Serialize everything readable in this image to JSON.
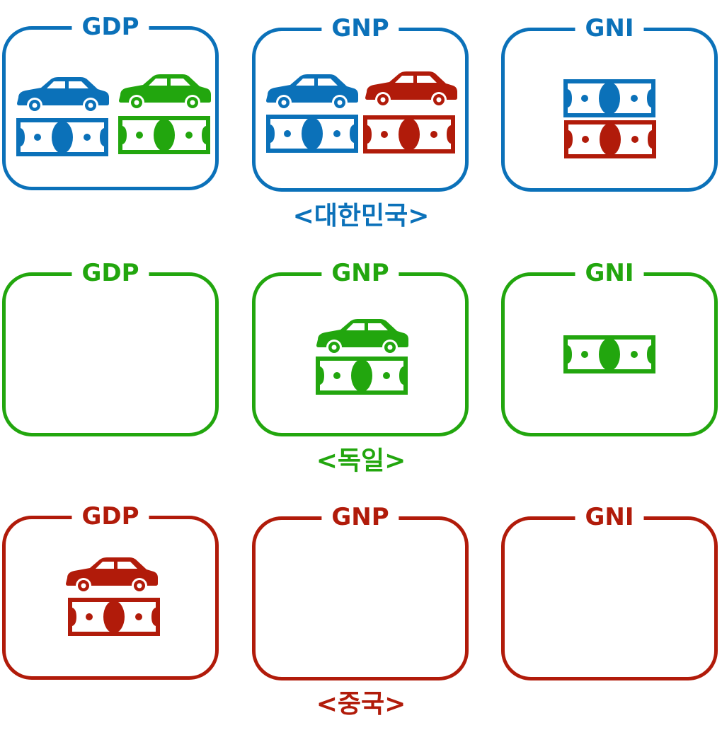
{
  "colors": {
    "korea": "#0b71b9",
    "germany": "#22a60e",
    "china": "#b11b0a"
  },
  "groups": [
    {
      "key": "korea",
      "caption": "<대한민국>",
      "boxes": [
        {
          "label": "GDP",
          "icons": [
            {
              "type": "car-icon",
              "color": "korea"
            },
            {
              "type": "car-icon",
              "color": "germany"
            },
            {
              "type": "money-icon",
              "color": "korea"
            },
            {
              "type": "money-icon",
              "color": "germany"
            }
          ]
        },
        {
          "label": "GNP",
          "icons": [
            {
              "type": "car-icon",
              "color": "korea"
            },
            {
              "type": "car-icon",
              "color": "china"
            },
            {
              "type": "money-icon",
              "color": "korea"
            },
            {
              "type": "money-icon",
              "color": "china"
            }
          ]
        },
        {
          "label": "GNI",
          "icons": [
            {
              "type": "money-icon",
              "color": "korea"
            },
            {
              "type": "money-icon",
              "color": "china"
            }
          ]
        }
      ]
    },
    {
      "key": "germany",
      "caption": "<독일>",
      "boxes": [
        {
          "label": "GDP",
          "icons": []
        },
        {
          "label": "GNP",
          "icons": [
            {
              "type": "car-icon",
              "color": "germany"
            },
            {
              "type": "money-icon",
              "color": "germany"
            }
          ]
        },
        {
          "label": "GNI",
          "icons": [
            {
              "type": "money-icon",
              "color": "germany"
            }
          ]
        }
      ]
    },
    {
      "key": "china",
      "caption": "<중국>",
      "boxes": [
        {
          "label": "GDP",
          "icons": [
            {
              "type": "car-icon",
              "color": "china"
            },
            {
              "type": "money-icon",
              "color": "china"
            }
          ]
        },
        {
          "label": "GNP",
          "icons": []
        },
        {
          "label": "GNI",
          "icons": []
        }
      ]
    }
  ]
}
